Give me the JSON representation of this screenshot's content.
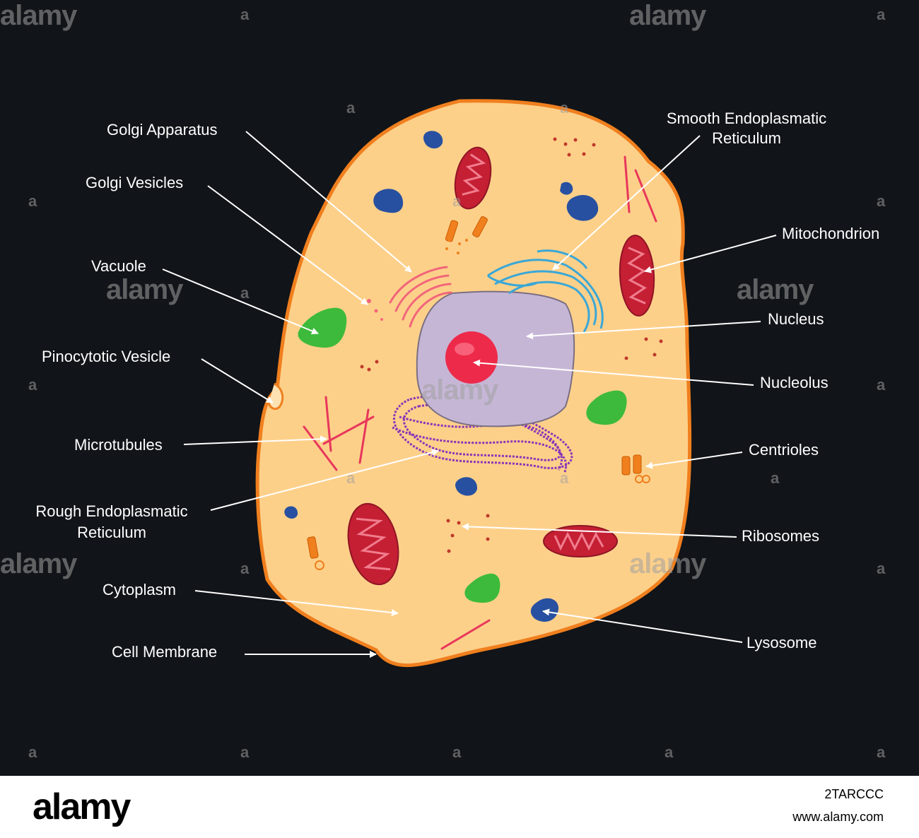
{
  "labels": {
    "golgi_apparatus": "Golgi Apparatus",
    "golgi_vesicles": "Golgi Vesicles",
    "vacuole": "Vacuole",
    "pinocytotic_vesicle": "Pinocytotic Vesicle",
    "microtubules": "Microtubules",
    "rough_er_line1": "Rough Endoplasmatic",
    "rough_er_line2": "Reticulum",
    "cytoplasm": "Cytoplasm",
    "cell_membrane": "Cell Membrane",
    "smooth_er_line1": "Smooth Endoplasmatic",
    "smooth_er_line2": "Reticulum",
    "mitochondrion": "Mitochondrion",
    "nucleus": "Nucleus",
    "nucleolus": "Nucleolus",
    "centrioles": "Centrioles",
    "ribosomes": "Ribosomes",
    "lysosome": "Lysosome"
  },
  "watermark": {
    "big": "alamy",
    "small": "a"
  },
  "footer": {
    "brand": "alamy",
    "image_id": "2TARCCC",
    "site": "www.alamy.com"
  },
  "colors": {
    "background": "#111418",
    "cytoplasm": "#fdd08a",
    "membrane": "#f07f1e",
    "nucleus": "#c6b6d6",
    "nucleolus": "#ee2a4a",
    "mitochondrion": "#c51f34",
    "lysosome": "#2850a0",
    "vacuole": "#3dba3b",
    "rough_er": "#8a35b8",
    "smooth_er": "#3aa7d6"
  }
}
